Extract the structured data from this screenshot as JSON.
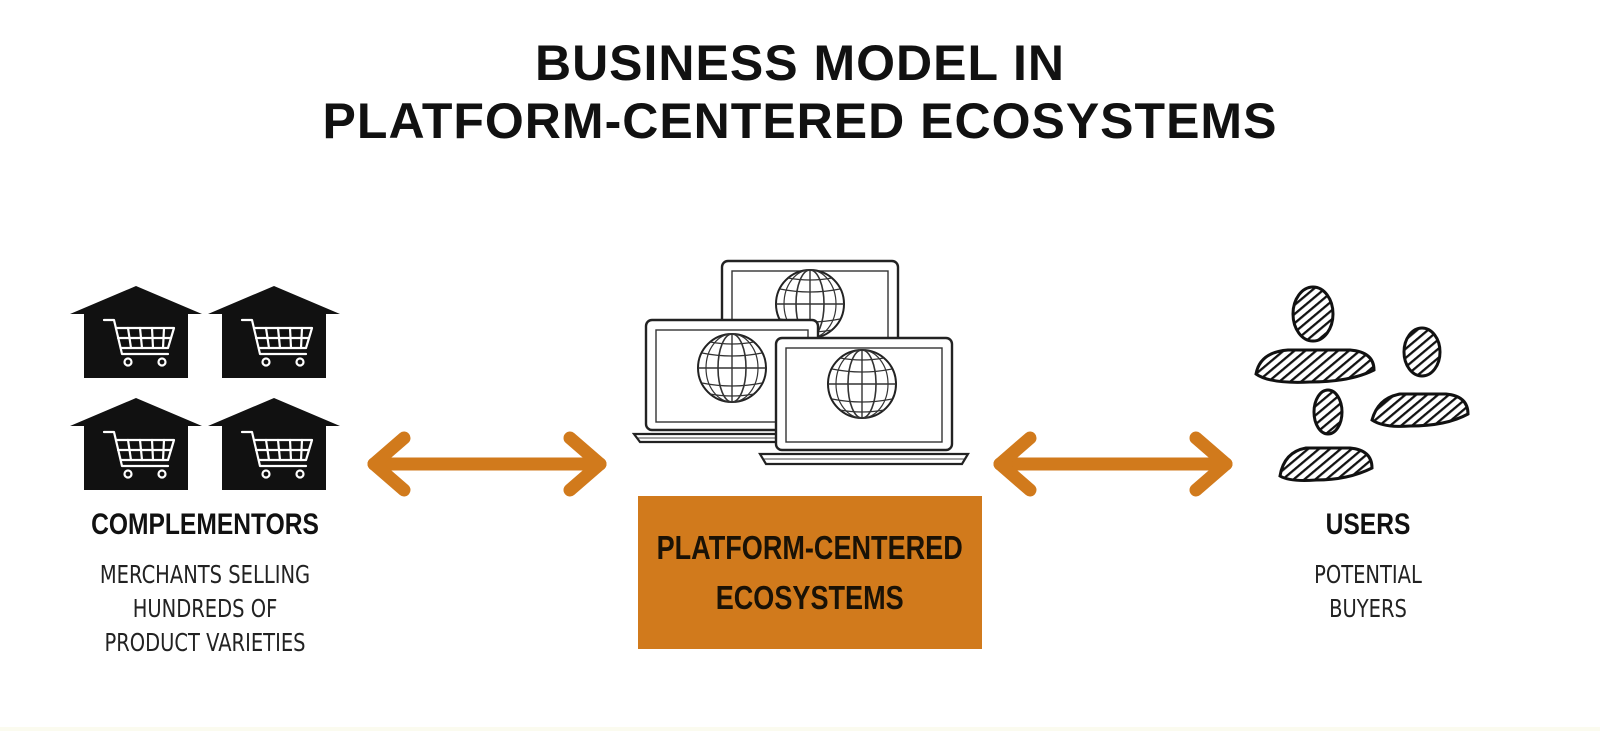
{
  "title": {
    "line1": "BUSINESS MODEL IN",
    "line2": "PLATFORM-CENTERED ECOSYSTEMS"
  },
  "complementors": {
    "heading": "COMPLEMENTORS",
    "desc": [
      "MERCHANTS SELLING",
      "HUNDREDS OF",
      "PRODUCT VARIETIES"
    ],
    "icon": "store-cart-icon"
  },
  "platform": {
    "lines": [
      "PLATFORM-CENTERED",
      "ECOSYSTEMS"
    ],
    "icon": "laptop-globe-icon"
  },
  "users": {
    "heading": "USERS",
    "desc": [
      "POTENTIAL",
      "BUYERS"
    ],
    "icon": "person-icon"
  },
  "colors": {
    "accent": "#d17a1c",
    "ink": "#111111"
  }
}
